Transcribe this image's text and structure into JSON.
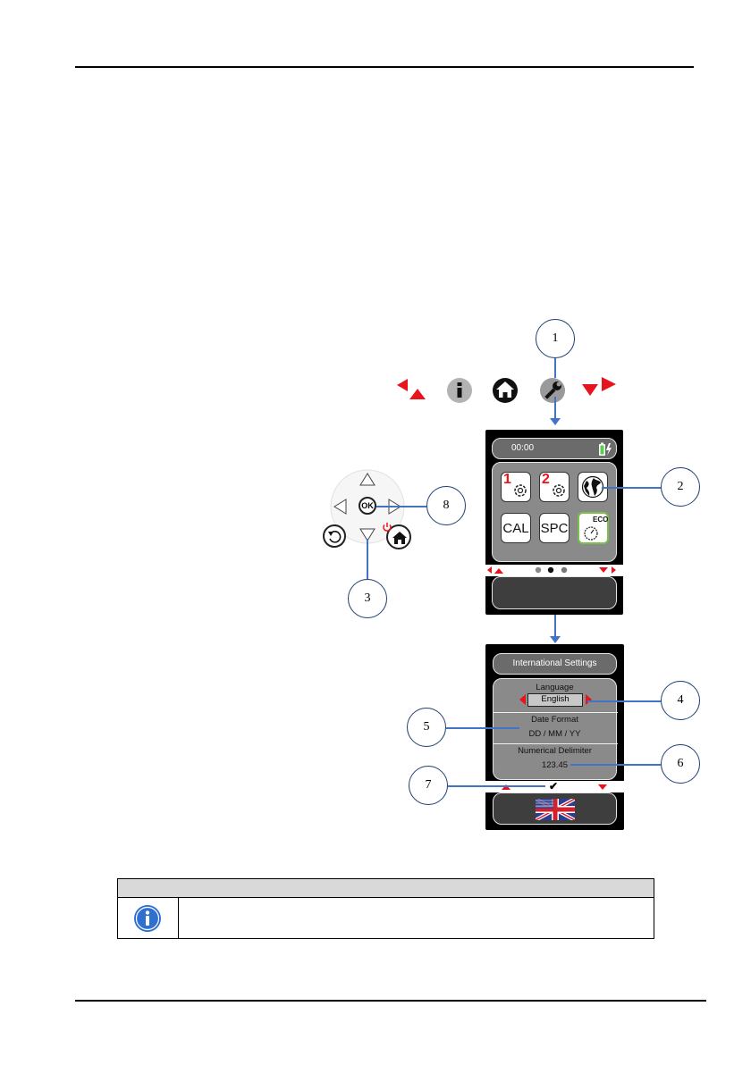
{
  "callouts": {
    "c1": "1",
    "c2": "2",
    "c3": "3",
    "c4": "4",
    "c5": "5",
    "c6": "6",
    "c7": "7",
    "c8": "8"
  },
  "legend_icons": [
    "arrow-left-up-icon",
    "info-icon",
    "home-icon",
    "wrench-icon",
    "arrow-down-right-icon"
  ],
  "keypad": {
    "ok_label": "OK"
  },
  "main_screen": {
    "time": "00:00",
    "tiles": {
      "settings1_num": "1",
      "settings2_num": "2",
      "cal": "CAL",
      "spc": "SPC",
      "eco": "ECO"
    }
  },
  "intl_screen": {
    "title": "International Settings",
    "language_label": "Language",
    "language_value": "English",
    "date_label": "Date Format",
    "date_value": "DD / MM / YY",
    "delim_label": "Numerical Delimiter",
    "delim_value": "123.45",
    "confirm_glyph": "✔"
  },
  "colors": {
    "accent_red": "#e8141c",
    "callout_line": "#4472c4",
    "eco_green": "#7cc04b",
    "battery_green": "#5ad04a"
  },
  "note": {
    "header": "",
    "text": ""
  }
}
